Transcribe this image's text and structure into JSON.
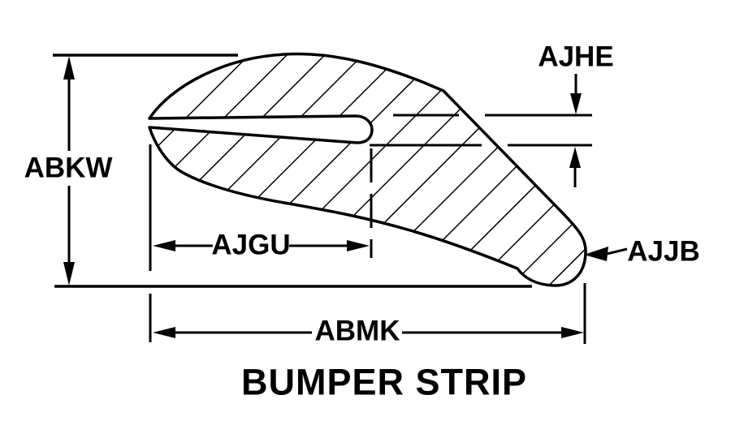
{
  "figure": {
    "caption": "BUMPER STRIP",
    "dimension_labels": {
      "abkw": "ABKW",
      "ajhe": "AJHE",
      "ajgu": "AJGU",
      "ajjb": "AJJB",
      "abmk": "ABMK"
    },
    "colors": {
      "ink": "#000000",
      "background": "#ffffff"
    }
  }
}
